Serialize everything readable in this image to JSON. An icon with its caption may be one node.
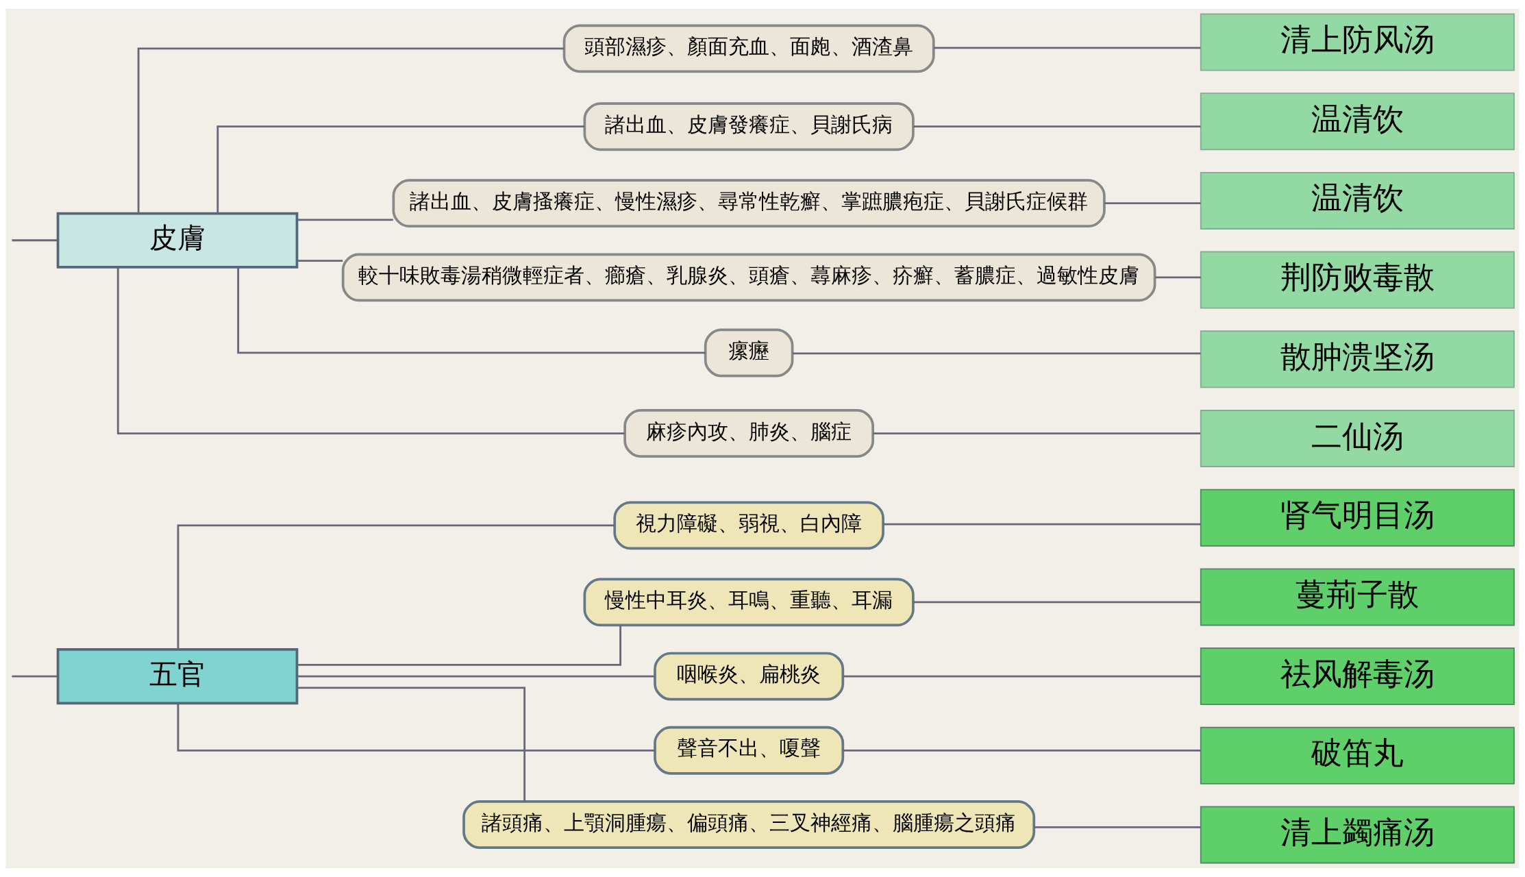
{
  "diagram": {
    "nodes": [
      {
        "text": [
          "五官"
        ]
      },
      {
        "text": [
          "視力障礙、弱視、白內障"
        ]
      },
      {
        "text": [
          "肾气明目汤"
        ]
      },
      {
        "text": [
          "慢性中耳炎、耳鳴、重聽、耳漏"
        ]
      },
      {
        "text": [
          "蔓荊子散"
        ]
      },
      {
        "text": [
          "咽喉炎、扁桃炎"
        ]
      },
      {
        "text": [
          "祛风解毒汤"
        ]
      },
      {
        "text": [
          "聲音不出、嗄聲"
        ]
      },
      {
        "text": [
          "破笛丸"
        ]
      },
      {
        "text": [
          "諸頭痛、上顎洞腫瘍、偏頭痛、三叉神經痛、腦腫瘍之頭痛"
        ]
      },
      {
        "text": [
          "清上蠲痛汤"
        ]
      },
      {
        "text": [
          "皮膚"
        ]
      },
      {
        "text": [
          "頭部濕疹、顏面充血、面皰、酒渣鼻"
        ]
      },
      {
        "text": [
          "清上防风汤"
        ]
      },
      {
        "text": [
          "諸出血、皮膚發癢症、貝謝氏病"
        ]
      },
      {
        "text": [
          "温清饮"
        ]
      },
      {
        "text": [
          "諸出血、皮膚搔癢症、慢性濕疹、尋常性乾癬、掌蹠膿疱症、貝謝氏症候群"
        ]
      },
      {
        "text": [
          "温清饮"
        ]
      },
      {
        "text": [
          "較十味敗毒湯稍微輕症者、癤瘡、乳腺炎、頭瘡、蕁麻疹、疥癬、蓄膿症、過敏性皮膚"
        ]
      },
      {
        "text": [
          "荆防败毒散"
        ]
      },
      {
        "text": [
          "瘰癧"
        ]
      },
      {
        "text": [
          "散肿溃坚汤"
        ]
      },
      {
        "text": [
          "麻疹內攻、肺炎、腦症"
        ]
      },
      {
        "text": [
          "二仙汤"
        ]
      }
    ],
    "edges": [
      {
        "from": null,
        "to": 0,
        "arrow": "none"
      },
      {
        "from": null,
        "to": 11,
        "arrow": "none"
      },
      {
        "from": 0,
        "to": 1,
        "arrow": "none"
      },
      {
        "from": 1,
        "to": 2,
        "arrow": "none"
      },
      {
        "from": 0,
        "to": 3,
        "arrow": "none"
      },
      {
        "from": 3,
        "to": 4,
        "arrow": "none"
      },
      {
        "from": 0,
        "to": 5,
        "arrow": "none"
      },
      {
        "from": 5,
        "to": 6,
        "arrow": "none"
      },
      {
        "from": 0,
        "to": 7,
        "arrow": "none"
      },
      {
        "from": 7,
        "to": 8,
        "arrow": "none"
      },
      {
        "from": 0,
        "to": 9,
        "arrow": "none"
      },
      {
        "from": 9,
        "to": 10,
        "arrow": "none"
      },
      {
        "from": 11,
        "to": 12,
        "arrow": "none"
      },
      {
        "from": 12,
        "to": 13,
        "arrow": "none"
      },
      {
        "from": 11,
        "to": 14,
        "arrow": "none"
      },
      {
        "from": 14,
        "to": 15,
        "arrow": "none"
      },
      {
        "from": 11,
        "to": 16,
        "arrow": "none"
      },
      {
        "from": 16,
        "to": 17,
        "arrow": "none"
      },
      {
        "from": 11,
        "to": 18,
        "arrow": "none"
      },
      {
        "from": 18,
        "to": 19,
        "arrow": "none"
      },
      {
        "from": 11,
        "to": 20,
        "arrow": "none"
      },
      {
        "from": 20,
        "to": 21,
        "arrow": "none"
      },
      {
        "from": 11,
        "to": 22,
        "arrow": "none"
      },
      {
        "from": 22,
        "to": 23,
        "arrow": "none"
      }
    ]
  }
}
